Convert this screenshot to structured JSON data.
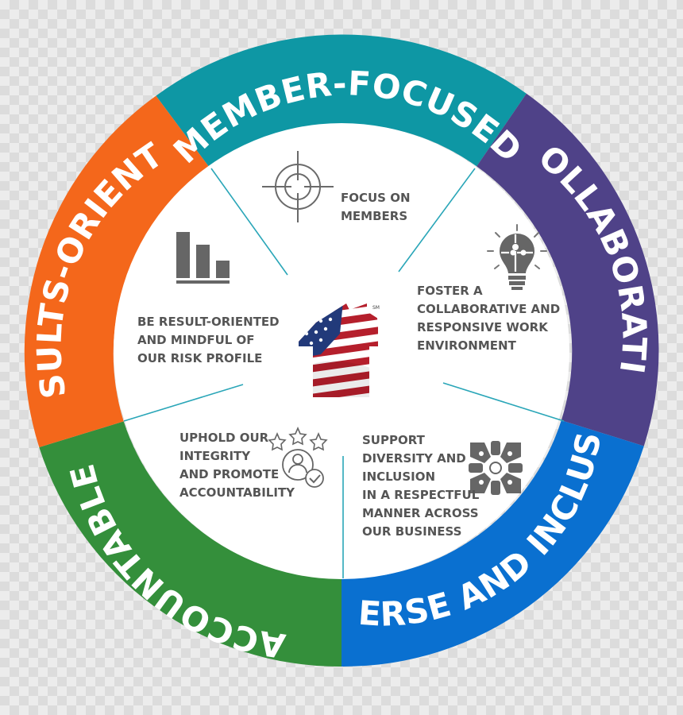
{
  "segments": [
    {
      "key": "member",
      "label": "MEMBER-FOCUSED",
      "color": "#0e97a4",
      "icon": "crosshair-icon",
      "description": [
        "FOCUS ON",
        "MEMBERS"
      ]
    },
    {
      "key": "collab",
      "label": "COLLABORATIVE",
      "color": "#4f4288",
      "icon": "lightbulb-puzzle-icon",
      "description": [
        "FOSTER A",
        "COLLABORATIVE AND",
        "RESPONSIVE WORK",
        "ENVIRONMENT"
      ]
    },
    {
      "key": "diverse",
      "label": "DIVERSE AND INCLUSIVE",
      "color": "#0a70d0",
      "icon": "diverse-hands-icon",
      "description": [
        "SUPPORT",
        "DIVERSITY AND",
        "INCLUSION",
        "IN A RESPECTFUL",
        "MANNER ACROSS",
        "OUR BUSINESS"
      ]
    },
    {
      "key": "account",
      "label": "ACCOUNTABLE",
      "color": "#348f3b",
      "icon": "stars-person-check-icon",
      "description": [
        "UPHOLD OUR",
        "INTEGRITY",
        "AND PROMOTE",
        "ACCOUNTABILITY"
      ]
    },
    {
      "key": "results",
      "label": "RESULTS-ORIENTED",
      "color": "#f4671b",
      "icon": "bar-chart-icon",
      "description": [
        "BE RESULT-ORIENTED",
        "AND MINDFUL OF",
        "OUR RISK PROFILE"
      ]
    }
  ],
  "center": {
    "logo": "flag-house-logo",
    "mark": "SM"
  },
  "colors": {
    "inner": "#ffffff",
    "divider": "#2aa6b8",
    "text": "#555555"
  }
}
